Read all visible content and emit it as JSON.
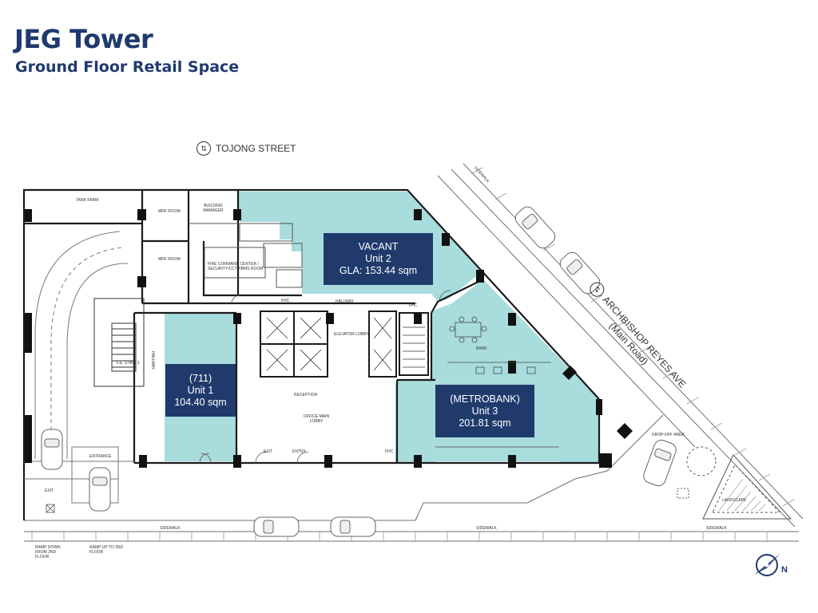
{
  "header": {
    "title": "JEG Tower",
    "subtitle": "Ground Floor Retail Space"
  },
  "streets": {
    "north": "TOJONG STREET",
    "east_line1": "ARCHBISHOP REYES AVE",
    "east_line2": "(Main Road)"
  },
  "units": {
    "unit2": {
      "line1": "VACANT",
      "line2": "Unit 2",
      "line3": "GLA: 153.44 sqm"
    },
    "unit1": {
      "line1": "(711)",
      "line2": "Unit 1",
      "line3": "104.40 sqm"
    },
    "unit3": {
      "line1": "(METROBANK)",
      "line2": "Unit 3",
      "line3": "201.81 sqm"
    }
  },
  "rooms": {
    "tank_farm": "TANK FARM",
    "mrf_room_1": "MRF ROOM",
    "mrf_room_2": "MRF ROOM",
    "building_manager": "BUILDING MANAGER",
    "command_center": "FIRE COMMAND CENTER / SECURITY/CCTV/BMS ROOM",
    "hallway_top": "HALLWAY",
    "hallway_left": "HALLWAY",
    "elevator_lobby": "ELEVATOR LOBBY",
    "reception": "RECEPTION",
    "office_main_lobby": "OFFICE MAIN LOBBY",
    "bank": "BANK",
    "drop_off": "DROP-OFF AREA",
    "landscape": "LANDSCAPE",
    "fe_stair": "F.E. STAIR 1",
    "entrance": "ENTRANCE",
    "exit_left": "EXIT",
    "exit_main": "EXIT",
    "entry_main": "ENTRY",
    "sidewalk_1": "SIDEWALK",
    "sidewalk_2": "SIDEWALK",
    "sidewalk_3": "SIDEWALK",
    "sidewalk_4": "SIDEWALK",
    "ramp_down": "RAMP DOWN FROM 2ND FLOOR",
    "ramp_up": "RAMP UP TO 2ND FLOOR",
    "fhc_1": "FHC",
    "fhc_2": "FHC",
    "fhc_3": "FHC"
  },
  "compass": {
    "label": "N"
  },
  "colors": {
    "unit_fill": "#a8dcdd",
    "label_box": "#203a6c",
    "title": "#1f3a6e",
    "wall": "#1b1b1b"
  }
}
